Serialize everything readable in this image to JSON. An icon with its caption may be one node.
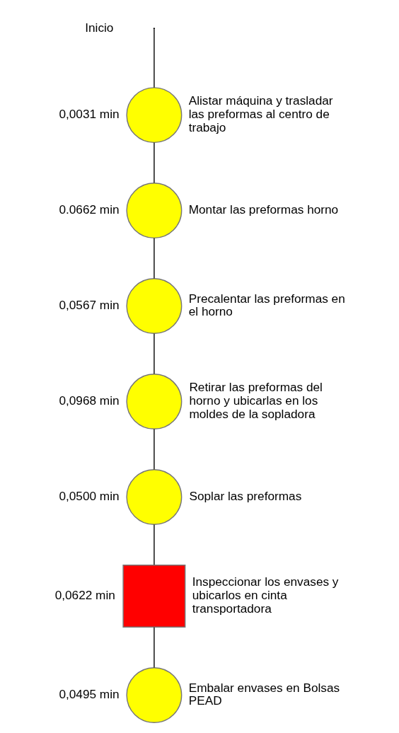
{
  "diagram": {
    "nodes": [
      {
        "text": [],
        "shape": "circle",
        "beside": [
          "0,0031 min",
          "Alistar máquina y trasladar las preformas al centro de trabajo"
        ]
      },
      {
        "text": [],
        "shape": "circle",
        "beside": [
          "0.0662 min",
          "Montar las preformas horno"
        ]
      },
      {
        "text": [],
        "shape": "circle",
        "beside": [
          "0,0567 min",
          "Precalentar las preformas en el horno"
        ]
      },
      {
        "text": [],
        "shape": "circle",
        "beside": [
          "0,0968 min",
          "Retirar las preformas del horno y ubicarlas en los moldes de la sopladora"
        ]
      },
      {
        "text": [],
        "shape": "circle",
        "beside": [
          "0,0500 min",
          "Soplar las preformas"
        ]
      },
      {
        "text": [],
        "shape": "box",
        "beside": [
          "0,0622 min",
          "Inspeccionar los envases y ubicarlos en cinta transportadora"
        ]
      },
      {
        "text": [],
        "shape": "circle",
        "beside": [
          "0,0495 min",
          "Embalar envases en Bolsas PEAD"
        ]
      }
    ],
    "edges": [
      {
        "from": null,
        "to": 0,
        "arrow": "none"
      },
      {
        "from": 0,
        "to": 1,
        "arrow": "none"
      },
      {
        "from": 1,
        "to": 2,
        "arrow": "none"
      },
      {
        "from": 2,
        "to": 3,
        "arrow": "none"
      },
      {
        "from": 3,
        "to": 4,
        "arrow": "none"
      },
      {
        "from": 4,
        "to": 5,
        "arrow": "none"
      },
      {
        "from": 5,
        "to": 6,
        "arrow": "none"
      }
    ],
    "labels": [
      "Inicio"
    ]
  }
}
